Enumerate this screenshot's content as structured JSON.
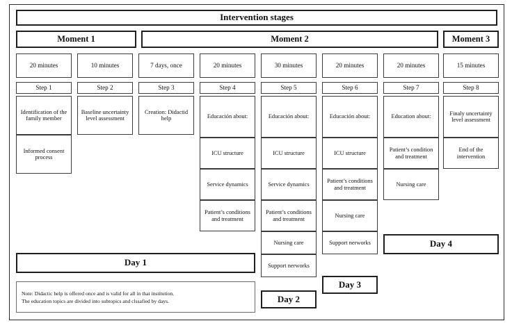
{
  "diagram": {
    "title": "Intervention stages",
    "moments": [
      {
        "label": "Moment 1"
      },
      {
        "label": "Moment 2"
      },
      {
        "label": "Moment 3"
      }
    ],
    "durations": [
      "20 minutes",
      "10 minutes",
      "7 days, once",
      "20 minutes",
      "30 minutes",
      "20 minutes",
      "20 minutes",
      "15 minutes"
    ],
    "steps": [
      "Step 1",
      "Step 2",
      "Step 3",
      "Step 4",
      "Step 5",
      "Step 6",
      "Step 7",
      "Step 8"
    ],
    "columns": [
      {
        "step": "Step 1",
        "items": [
          "Identification of the family member",
          "Informed consent process"
        ]
      },
      {
        "step": "Step 2",
        "items": [
          "Baseline uncertainty level assessment"
        ]
      },
      {
        "step": "Step 3",
        "items": [
          "Creation: Didactid help"
        ]
      },
      {
        "step": "Step 4",
        "items": [
          "Educación about:",
          "ICU structure",
          "Service dynamics",
          "Patient’s conditions and treatment"
        ]
      },
      {
        "step": "Step 5",
        "items": [
          "Educación about:",
          "ICU structure",
          "Service dynamics",
          "Patient’s conditions and treatment",
          "Nursing care",
          "Support nerworks"
        ]
      },
      {
        "step": "Step 6",
        "items": [
          "Educación about:",
          "ICU structure",
          "Patient’s conditions and treatment",
          "Nursing care",
          "Support nerworks"
        ]
      },
      {
        "step": "Step 7",
        "items": [
          "Education about:",
          "Patient’s condition and treatment",
          "Nursing care"
        ]
      },
      {
        "step": "Step 8",
        "items": [
          "Finaly uncertainty level assessment",
          "End of the intervention"
        ]
      }
    ],
    "days": [
      {
        "label": "Day 1"
      },
      {
        "label": "Day 2"
      },
      {
        "label": "Day 3"
      },
      {
        "label": "Day 4"
      }
    ],
    "note": {
      "line1": "Note: Didactic help is offered once and is valid for all in that institution.",
      "line2": "The education topics are divided into subtopics and clssafied by days."
    }
  }
}
